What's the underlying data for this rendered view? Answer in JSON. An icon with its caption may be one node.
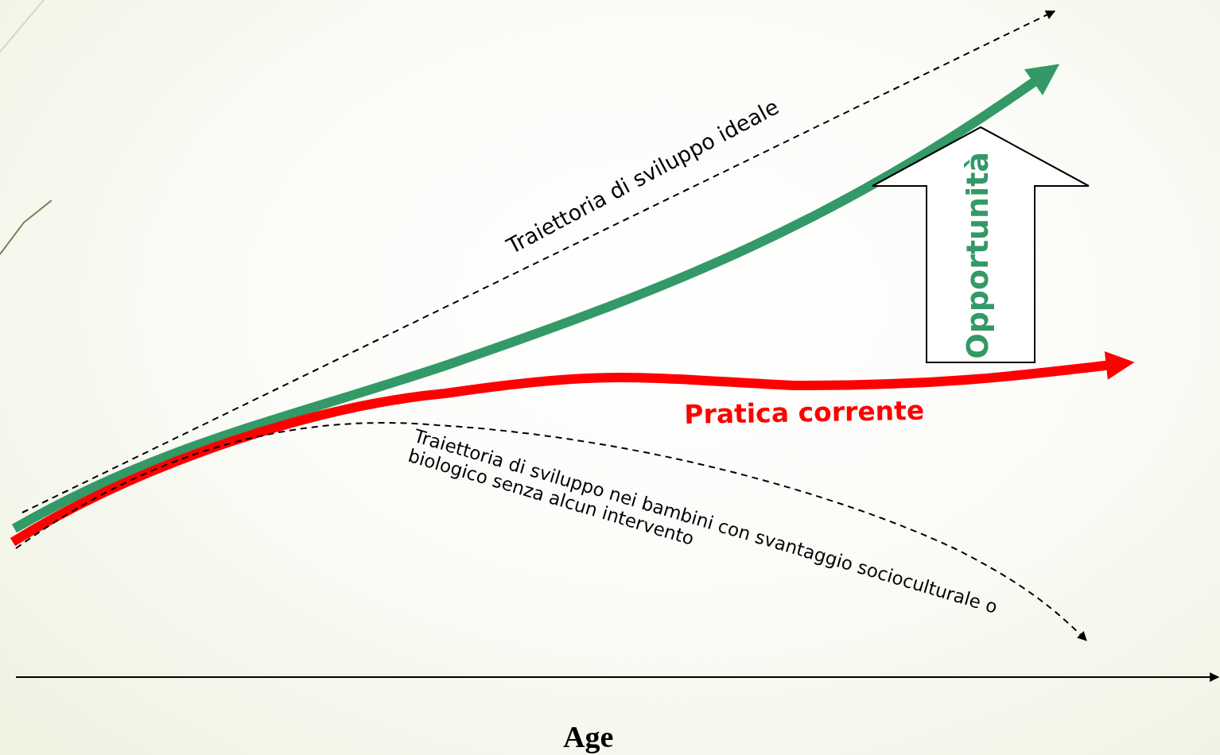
{
  "diagram": {
    "nodes": [
      {
        "text": [
          "Opportunità"
        ]
      }
    ],
    "labels": [
      "Traiettoria di sviluppo ideale",
      "Pratica corrente",
      "Traiettoria di sviluppo nei bambini con svantaggio socioculturale o biologico senza alcun intervento",
      "Age"
    ]
  }
}
